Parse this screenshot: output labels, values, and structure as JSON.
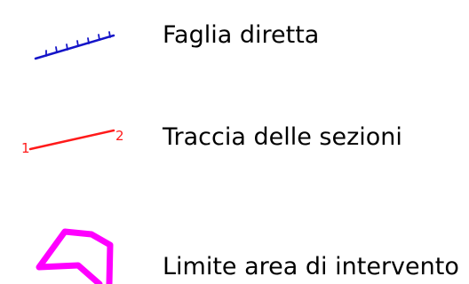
{
  "legend": {
    "items": [
      {
        "symbol": "normal-fault-line-icon",
        "label": "Faglia diretta",
        "color": "#1414c8"
      },
      {
        "symbol": "section-trace-line-icon",
        "label": "Traccia delle sezioni",
        "color": "#ff1a1a",
        "start_marker": "1",
        "end_marker": "2"
      },
      {
        "symbol": "intervention-area-boundary-icon",
        "label": "Limite area di intervento",
        "color": "#ff00ff"
      }
    ]
  }
}
